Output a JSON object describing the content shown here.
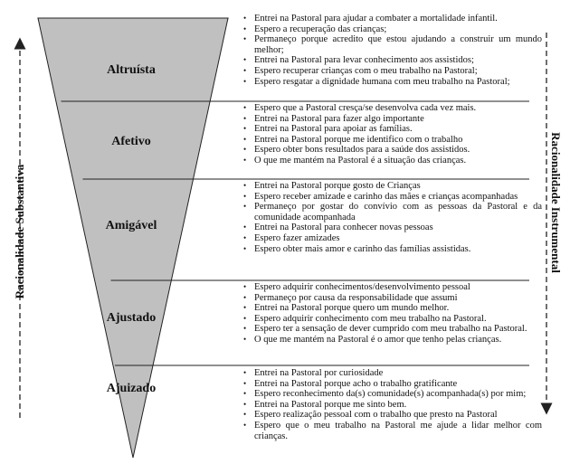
{
  "left_axis_label": "Racionalidade Substantiva",
  "right_axis_label": "Racionalidade Instrumental",
  "levels": [
    {
      "name": "Altruísta",
      "statements": [
        "Entrei na Pastoral para ajudar a combater a mortalidade infantil.",
        "Espero a recuperação das crianças;",
        "Permaneço porque acredito que estou ajudando a construir um mundo melhor;",
        "Entrei na Pastoral para levar conhecimento aos assistidos;",
        "Espero recuperar crianças com o meu trabalho na Pastoral;",
        "Espero resgatar a dignidade humana com meu trabalho na Pastoral;"
      ]
    },
    {
      "name": "Afetivo",
      "statements": [
        "Espero que a Pastoral cresça/se desenvolva cada vez mais.",
        "Entrei na Pastoral para fazer algo importante",
        "Entrei na Pastoral para apoiar as famílias.",
        "Entrei na Pastoral porque me identifico com o trabalho",
        "Espero obter bons resultados para a saúde dos assistidos.",
        "O que me mantém na Pastoral é a situação das crianças."
      ]
    },
    {
      "name": "Amigável",
      "statements": [
        "Entrei na Pastoral porque gosto de Crianças",
        "Espero receber amizade e carinho das mães e crianças acompanhadas",
        "Permaneço por gostar do convívio com as pessoas da Pastoral e da comunidade acompanhada",
        "Entrei na Pastoral para conhecer novas pessoas",
        "Espero fazer amizades",
        "Espero obter mais amor e carinho das famílias assistidas."
      ]
    },
    {
      "name": "Ajustado",
      "statements": [
        "Espero adquirir conhecimentos/desenvolvimento pessoal",
        "Permaneço por causa da responsabilidade que assumi",
        "Entrei na Pastoral porque quero um mundo melhor.",
        "Espero adquirir conhecimento com meu trabalho na Pastoral.",
        "Espero ter a sensação de dever cumprido com meu trabalho na Pastoral.",
        "O que me mantém na Pastoral é o amor que tenho pelas crianças."
      ]
    },
    {
      "name": "Ajuizado",
      "statements": [
        "Entrei na Pastoral por curiosidade",
        "Entrei na Pastoral porque acho o trabalho gratificante",
        "Espero reconhecimento da(s) comunidade(s) acompanhada(s) por mim;",
        "Entrei na Pastoral porque me sinto bem.",
        "Espero realização pessoal com o trabalho que presto na Pastoral",
        "Espero que o meu trabalho na Pastoral me ajude a lidar melhor com crianças."
      ]
    }
  ]
}
